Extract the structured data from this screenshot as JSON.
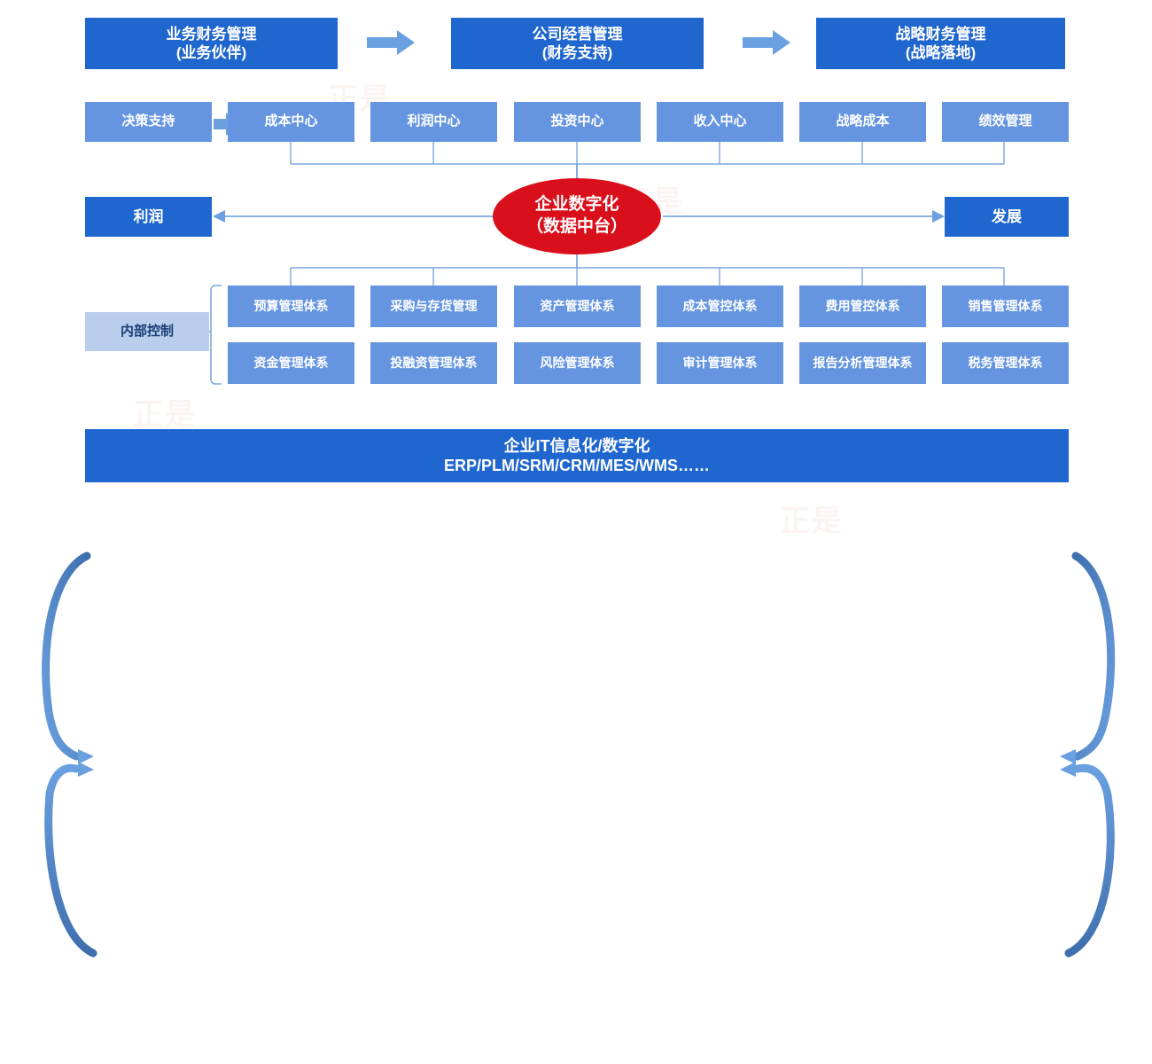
{
  "colors": {
    "dark_blue": "#1f66ce",
    "light_blue": "#6595e0",
    "pale_blue": "#b9cdec",
    "red": "#d9101b",
    "connector": "#7ba7dd",
    "arrow": "#6aa0e0",
    "white": "#ffffff"
  },
  "top_row": {
    "boxes": [
      {
        "line1": "业务财务管理",
        "line2": "(业务伙伴)"
      },
      {
        "line1": "公司经营管理",
        "line2": "(财务支持)"
      },
      {
        "line1": "战略财务管理",
        "line2": "(战略落地)"
      }
    ],
    "arrows": [
      "arrow-right-icon",
      "arrow-right-icon"
    ]
  },
  "center_row": {
    "boxes": [
      {
        "label": "决策支持"
      },
      {
        "label": "成本中心"
      },
      {
        "label": "利润中心"
      },
      {
        "label": "投资中心"
      },
      {
        "label": "收入中心"
      },
      {
        "label": "战略成本"
      },
      {
        "label": "绩效管理"
      }
    ],
    "inner_arrow": "arrow-right-icon"
  },
  "hub": {
    "line1": "企业数字化",
    "line2": "（数据中台）"
  },
  "left_outcome": {
    "label": "利润"
  },
  "right_outcome": {
    "label": "发展"
  },
  "internal_control": {
    "label": "内部控制"
  },
  "systems_grid": {
    "row1": [
      {
        "label": "预算管理体系"
      },
      {
        "label": "采购与存货管理"
      },
      {
        "label": "资产管理体系"
      },
      {
        "label": "成本管控体系"
      },
      {
        "label": "费用管控体系"
      },
      {
        "label": "销售管理体系"
      }
    ],
    "row2": [
      {
        "label": "资金管理体系"
      },
      {
        "label": "投融资管理体系"
      },
      {
        "label": "风险管理体系"
      },
      {
        "label": "审计管理体系"
      },
      {
        "label": "报告分析管理体系"
      },
      {
        "label": "税务管理体系"
      }
    ]
  },
  "footer_banner": {
    "line1": "企业IT信息化/数字化",
    "line2": "ERP/PLM/SRM/CRM/MES/WMS……"
  },
  "watermarks": [
    "正是",
    "正是",
    "正是",
    "正是"
  ]
}
